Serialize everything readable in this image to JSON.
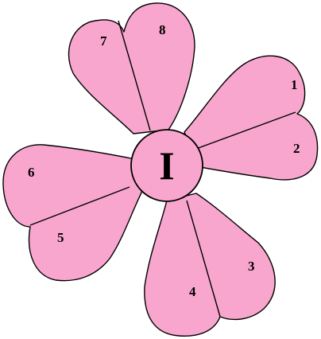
{
  "colors": {
    "petal_fill": "#F9A6CE",
    "center_fill": "#F9A6CE",
    "outline": "#000000"
  },
  "center": {
    "label": "I"
  },
  "petals": [
    {
      "name": "petal-upper-left",
      "labels": [
        "7",
        "8"
      ]
    },
    {
      "name": "petal-right",
      "labels": [
        "1",
        "2"
      ]
    },
    {
      "name": "petal-bottom",
      "labels": [
        "3",
        "4"
      ]
    },
    {
      "name": "petal-left",
      "labels": [
        "5",
        "6"
      ]
    }
  ]
}
